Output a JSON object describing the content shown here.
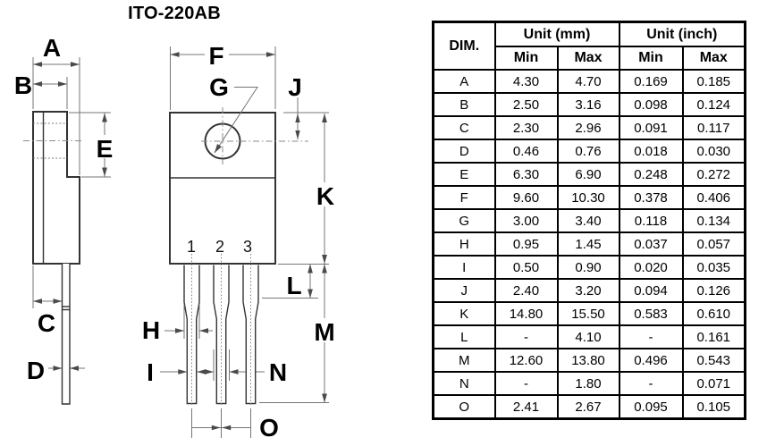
{
  "title": "ITO-220AB",
  "drawing": {
    "dim_labels": {
      "a": "A",
      "b": "B",
      "c": "C",
      "d": "D",
      "e": "E",
      "f": "F",
      "g": "G",
      "h": "H",
      "i": "I",
      "j": "J",
      "k": "K",
      "l": "L",
      "m": "M",
      "n": "N",
      "o": "O"
    },
    "pin_labels": [
      "1",
      "2",
      "3"
    ]
  },
  "table": {
    "headers": {
      "dim": "DIM.",
      "unit_mm": "Unit (mm)",
      "unit_inch": "Unit (inch)",
      "min": "Min",
      "max": "Max"
    },
    "rows": [
      {
        "dim": "A",
        "mm_min": "4.30",
        "mm_max": "4.70",
        "in_min": "0.169",
        "in_max": "0.185"
      },
      {
        "dim": "B",
        "mm_min": "2.50",
        "mm_max": "3.16",
        "in_min": "0.098",
        "in_max": "0.124"
      },
      {
        "dim": "C",
        "mm_min": "2.30",
        "mm_max": "2.96",
        "in_min": "0.091",
        "in_max": "0.117"
      },
      {
        "dim": "D",
        "mm_min": "0.46",
        "mm_max": "0.76",
        "in_min": "0.018",
        "in_max": "0.030"
      },
      {
        "dim": "E",
        "mm_min": "6.30",
        "mm_max": "6.90",
        "in_min": "0.248",
        "in_max": "0.272"
      },
      {
        "dim": "F",
        "mm_min": "9.60",
        "mm_max": "10.30",
        "in_min": "0.378",
        "in_max": "0.406"
      },
      {
        "dim": "G",
        "mm_min": "3.00",
        "mm_max": "3.40",
        "in_min": "0.118",
        "in_max": "0.134"
      },
      {
        "dim": "H",
        "mm_min": "0.95",
        "mm_max": "1.45",
        "in_min": "0.037",
        "in_max": "0.057"
      },
      {
        "dim": "I",
        "mm_min": "0.50",
        "mm_max": "0.90",
        "in_min": "0.020",
        "in_max": "0.035"
      },
      {
        "dim": "J",
        "mm_min": "2.40",
        "mm_max": "3.20",
        "in_min": "0.094",
        "in_max": "0.126"
      },
      {
        "dim": "K",
        "mm_min": "14.80",
        "mm_max": "15.50",
        "in_min": "0.583",
        "in_max": "0.610"
      },
      {
        "dim": "L",
        "mm_min": "-",
        "mm_max": "4.10",
        "in_min": "-",
        "in_max": "0.161"
      },
      {
        "dim": "M",
        "mm_min": "12.60",
        "mm_max": "13.80",
        "in_min": "0.496",
        "in_max": "0.543"
      },
      {
        "dim": "N",
        "mm_min": "-",
        "mm_max": "1.80",
        "in_min": "-",
        "in_max": "0.071"
      },
      {
        "dim": "O",
        "mm_min": "2.41",
        "mm_max": "2.67",
        "in_min": "0.095",
        "in_max": "0.105"
      }
    ]
  },
  "colors": {
    "outline": "#333333",
    "dimension_line": "#757575",
    "text": "#000000",
    "table_border": "#000000",
    "background": "#ffffff"
  }
}
